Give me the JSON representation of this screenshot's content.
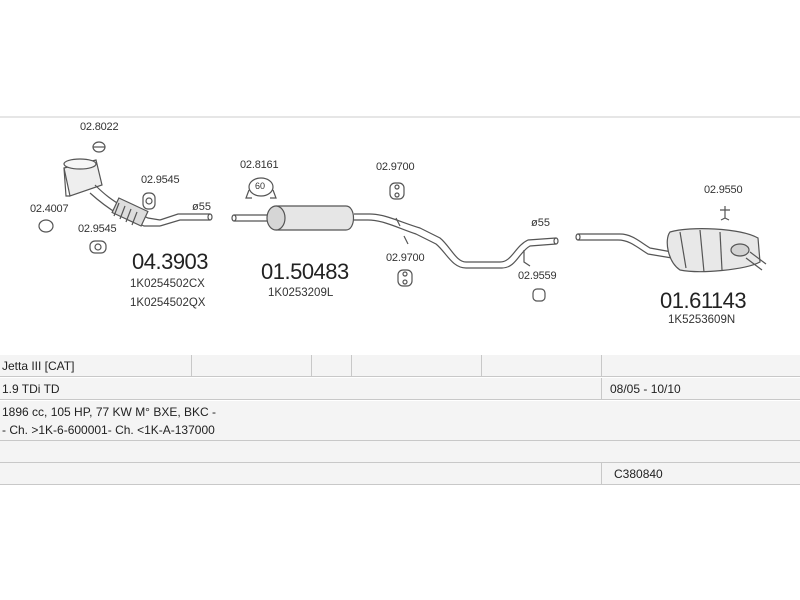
{
  "parts": {
    "cat_clamp_ref": "02.8022",
    "gasket_left_ref": "02.4007",
    "rubber_left_a_ref": "02.9545",
    "rubber_left_b_ref": "02.9545",
    "front_pipe_diameter": "ø55",
    "front_pipe_ref": "04.3903",
    "front_pipe_oem_1": "1K0254502CX",
    "front_pipe_oem_2": "1K0254502QX",
    "clamp_60_ref": "02.8161",
    "clamp_60_size": "60",
    "middle_box_ref": "01.50483",
    "middle_box_oem": "1K0253209L",
    "rubber_mid_top_ref": "02.9700",
    "rubber_mid_bottom_ref": "02.9700",
    "rear_pipe_diameter": "ø55",
    "rubber_rear_ref": "02.9559",
    "rear_clip_ref": "02.9550",
    "rear_box_ref": "01.61143",
    "rear_box_oem": "1K5253609N"
  },
  "table": {
    "model": "Jetta III  [CAT]",
    "engine": "1.9 TDi TD",
    "years": "08/05 - 10/10",
    "specs": "1896 cc, 105 HP, 77 KW M° BXE, BKC -",
    "chassis": "- Ch. >1K-6-600001- Ch. <1K-A-137000",
    "code": "C380840"
  }
}
